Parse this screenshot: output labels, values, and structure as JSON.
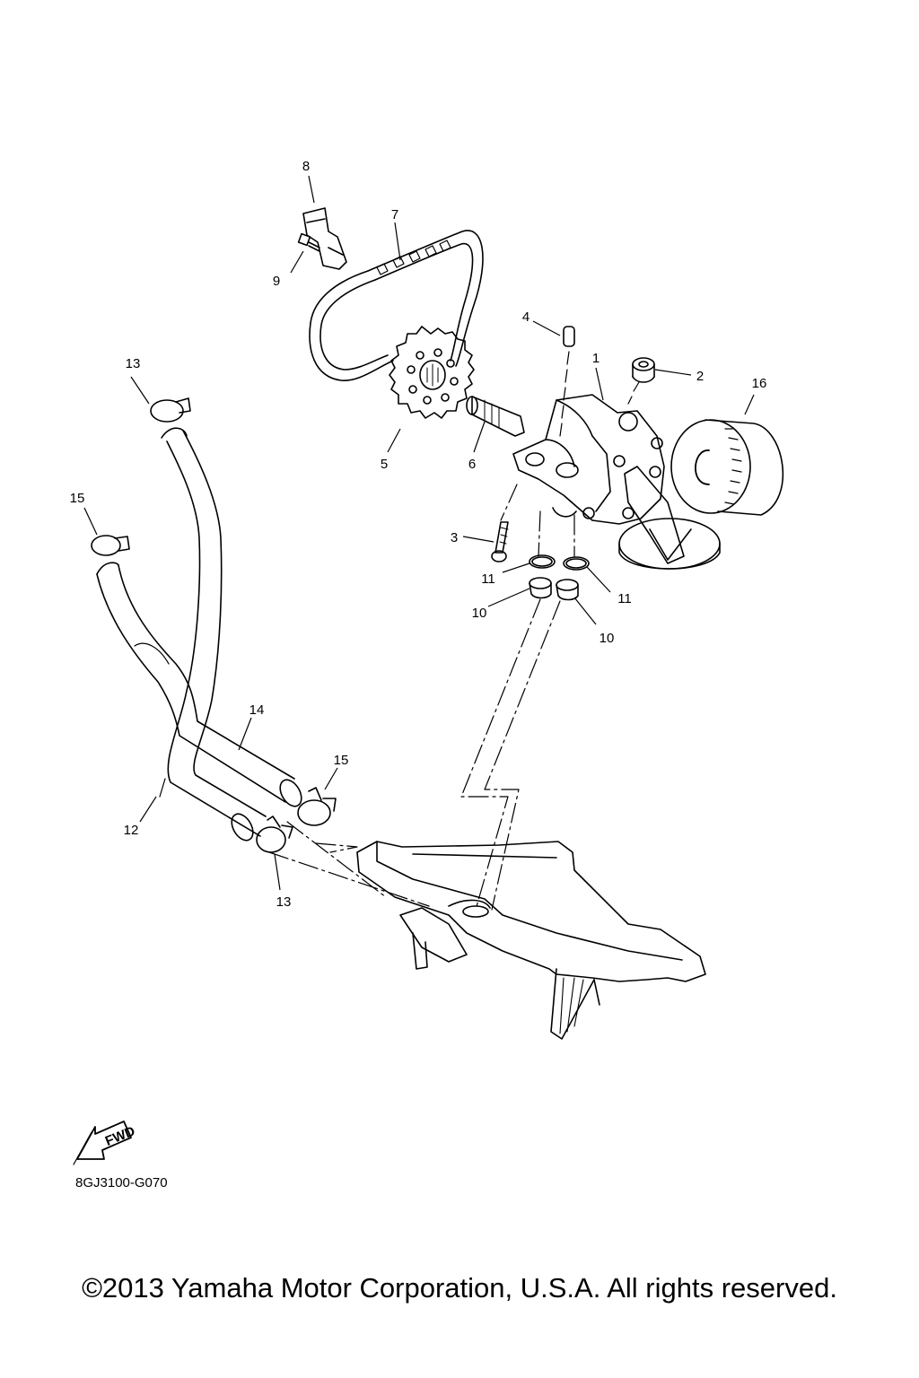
{
  "figure_code": "8GJ3100-G070",
  "copyright": "©2013 Yamaha Motor Corporation, U.S.A. All rights reserved.",
  "fwd_label": "FWD",
  "icons": {
    "forward_arrow": "fwd-arrow-icon"
  },
  "colors": {
    "line": "#000000",
    "background": "#ffffff"
  },
  "callouts": [
    {
      "label": "1"
    },
    {
      "label": "2"
    },
    {
      "label": "3"
    },
    {
      "label": "4"
    },
    {
      "label": "5"
    },
    {
      "label": "6"
    },
    {
      "label": "7"
    },
    {
      "label": "8"
    },
    {
      "label": "9"
    },
    {
      "label": "10"
    },
    {
      "label": "10"
    },
    {
      "label": "11"
    },
    {
      "label": "11"
    },
    {
      "label": "12"
    },
    {
      "label": "13"
    },
    {
      "label": "13"
    },
    {
      "label": "14"
    },
    {
      "label": "15"
    },
    {
      "label": "15"
    },
    {
      "label": "16"
    }
  ]
}
